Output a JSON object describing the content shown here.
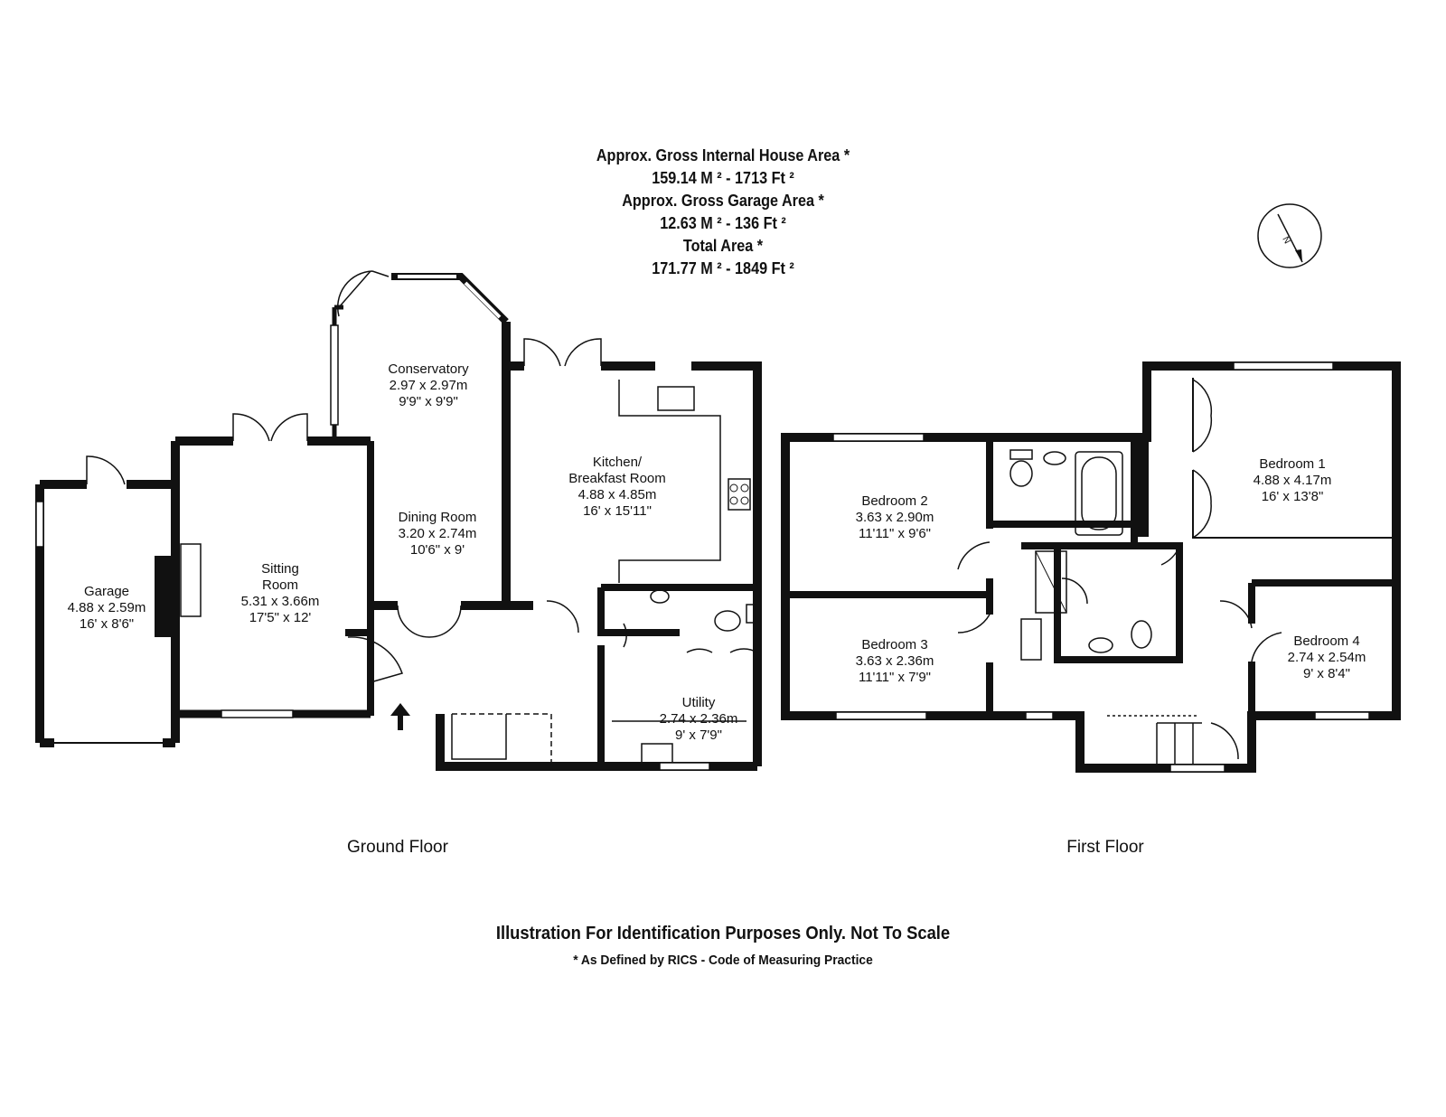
{
  "areas": {
    "house_label": "Approx. Gross Internal House Area *",
    "house_value": "159.14 M ² - 1713 Ft ²",
    "garage_label": "Approx. Gross Garage Area *",
    "garage_value": "12.63 M ² - 136 Ft ²",
    "total_label": "Total Area *",
    "total_value": "171.77 M ² - 1849 Ft ²"
  },
  "compass": {
    "icon": "north-arrow-icon",
    "letter": "N"
  },
  "ground_floor": {
    "label": "Ground Floor",
    "rooms": [
      {
        "name": "Garage",
        "metric": "4.88 x 2.59m",
        "imperial": "16' x 8'6\""
      },
      {
        "name": "Sitting",
        "name2": "Room",
        "metric": "5.31 x 3.66m",
        "imperial": "17'5\" x 12'"
      },
      {
        "name": "Conservatory",
        "metric": "2.97 x 2.97m",
        "imperial": "9'9\" x 9'9\""
      },
      {
        "name": "Dining Room",
        "metric": "3.20 x 2.74m",
        "imperial": "10'6\" x 9'"
      },
      {
        "name": "Kitchen/",
        "name2": "Breakfast Room",
        "metric": "4.88 x 4.85m",
        "imperial": "16' x 15'11\""
      },
      {
        "name": "Utility",
        "metric": "2.74 x 2.36m",
        "imperial": "9' x 7'9\""
      }
    ]
  },
  "first_floor": {
    "label": "First Floor",
    "rooms": [
      {
        "name": "Bedroom 1",
        "metric": "4.88 x 4.17m",
        "imperial": "16' x 13'8\""
      },
      {
        "name": "Bedroom 2",
        "metric": "3.63 x 2.90m",
        "imperial": "11'11\" x 9'6\""
      },
      {
        "name": "Bedroom 3",
        "metric": "3.63 x 2.36m",
        "imperial": "11'11\" x 7'9\""
      },
      {
        "name": "Bedroom 4",
        "metric": "2.74 x 2.54m",
        "imperial": "9' x 8'4\""
      }
    ]
  },
  "footer": {
    "disclaimer": "Illustration For Identification Purposes Only. Not To Scale",
    "note": "* As Defined by RICS - Code of Measuring Practice"
  }
}
